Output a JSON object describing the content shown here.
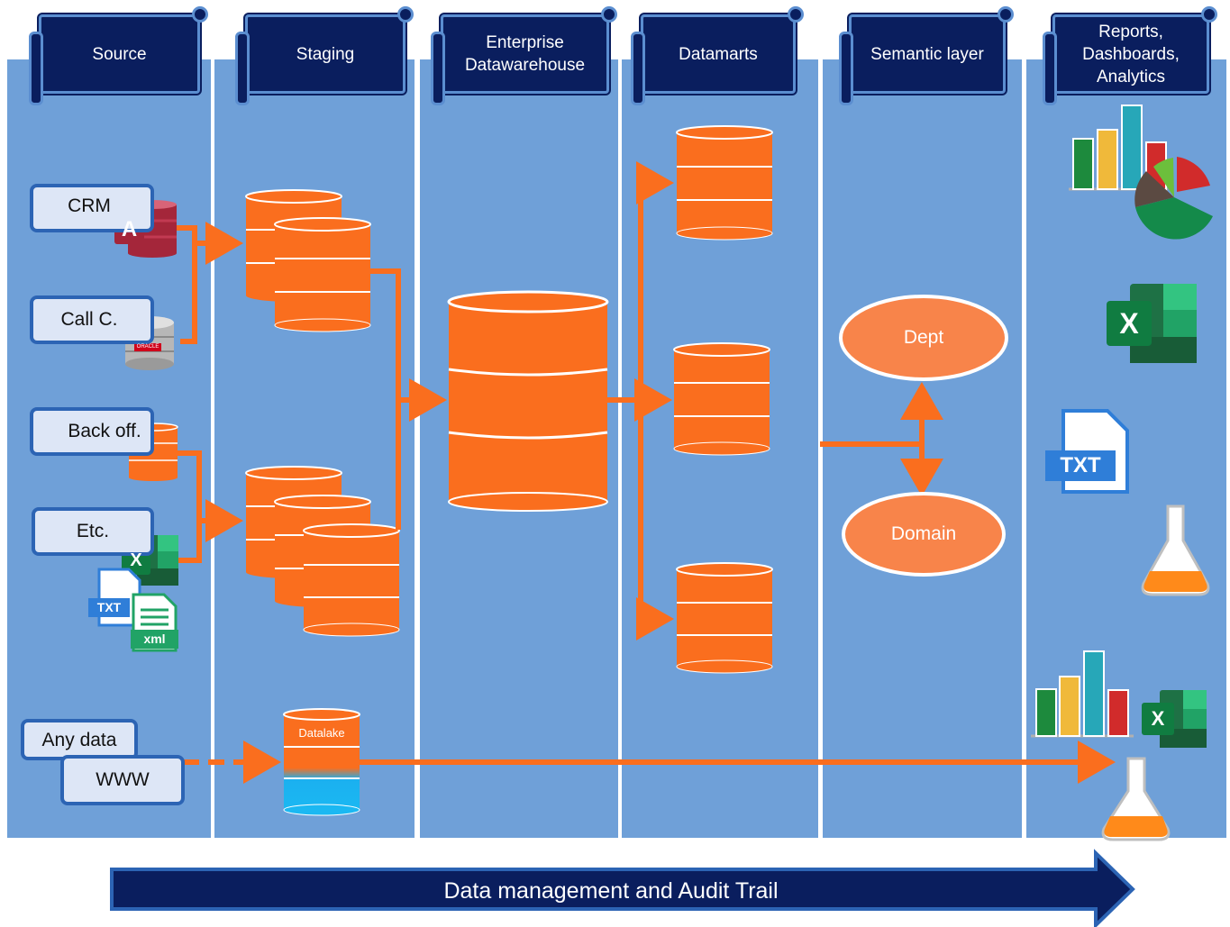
{
  "lanes": [
    {
      "title": "Source"
    },
    {
      "title": "Staging"
    },
    {
      "title": "Enterprise Datawarehouse"
    },
    {
      "title": "Datamarts"
    },
    {
      "title": "Semantic layer"
    },
    {
      "title": "Reports, Dashboards, Analytics"
    }
  ],
  "sources": {
    "crm": "CRM",
    "callc": "Call C.",
    "backoff": "Back off.",
    "etc": "Etc.",
    "anydata": "Any data",
    "www": "WWW"
  },
  "icons": {
    "access": "A",
    "excel": "X",
    "txt": "TXT",
    "xml": "xml",
    "oracle": "ORACLE"
  },
  "datalake": "Datalake",
  "semantic": {
    "dept": "Dept",
    "domain": "Domain"
  },
  "footer": "Data management and Audit Trail",
  "colors": {
    "lane": "#6fa0d8",
    "header": "#0a1e5e",
    "orange": "#fa6e1e",
    "ellipse": "#f8844a",
    "box_border": "#2c64b4",
    "box_fill": "#dde6f6"
  }
}
